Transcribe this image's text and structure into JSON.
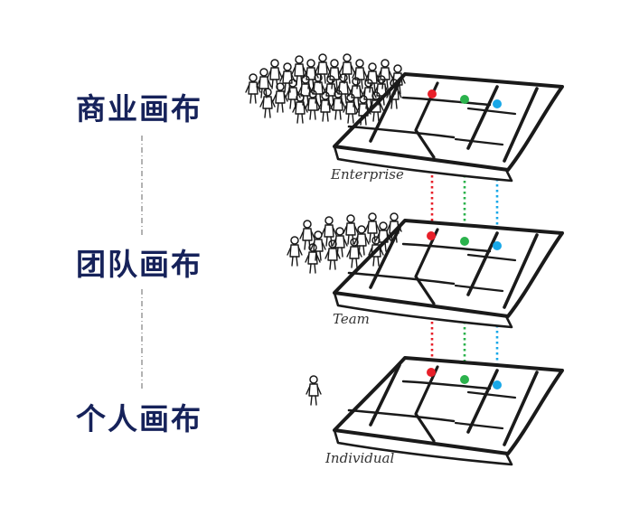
{
  "levels": [
    {
      "label": "商业画布",
      "caption": "Enterprise",
      "crowd": "large-crowd"
    },
    {
      "label": "团队画布",
      "caption": "Team",
      "crowd": "small-crowd"
    },
    {
      "label": "个人画布",
      "caption": "Individual",
      "crowd": "single-person"
    }
  ],
  "colors": {
    "label_text": "#16225a",
    "dot_red": "#e8202a",
    "dot_green": "#2bb24c",
    "dot_blue": "#19a8e8",
    "sketch_ink": "#1a1a1a",
    "divider": "#666666"
  }
}
